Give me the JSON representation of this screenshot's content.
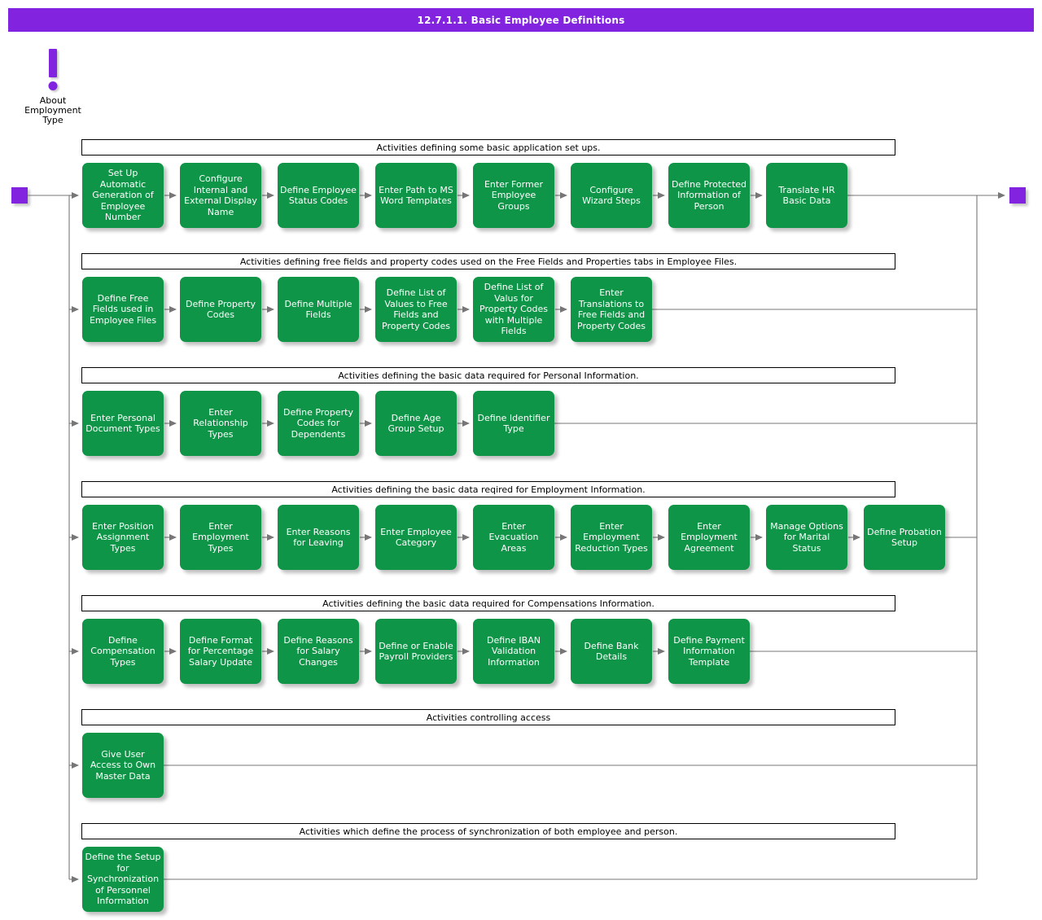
{
  "title": "12.7.1.1. Basic Employee Definitions",
  "note": {
    "icon": "exclamation-icon",
    "label": "About\nEmployment\nType"
  },
  "endpoints": {
    "start": "start-connector",
    "end": "end-connector"
  },
  "colors": {
    "accent": "#8223e0",
    "activity": "#0e9547",
    "line": "#666666",
    "text_on_activity": "#ffffff"
  },
  "groups": [
    {
      "header": "Activities defining some basic application set ups.",
      "activities": [
        "Set Up Automatic Generation of Employee Number",
        "Configure Internal and External Display Name",
        "Define Employee Status Codes",
        "Enter Path to MS Word Templates",
        "Enter Former Employee Groups",
        "Configure Wizard Steps",
        "Define Protected Information of Person",
        "Translate HR Basic Data"
      ]
    },
    {
      "header": "Activities defining free fields and property codes used on the Free Fields and Properties tabs in Employee Files.",
      "activities": [
        "Define Free Fields used in Employee Files",
        "Define Property Codes",
        "Define Multiple Fields",
        "Define List of Values to Free Fields and Property Codes",
        "Define List of Valus for Property Codes with Multiple Fields",
        "Enter Translations to Free Fields and Property Codes"
      ]
    },
    {
      "header": "Activities defining the basic data required for Personal Information.",
      "activities": [
        "Enter Personal Document Types",
        "Enter Relationship Types",
        "Define Property Codes for Dependents",
        "Define Age Group Setup",
        "Define Identifier Type"
      ]
    },
    {
      "header": "Activities defining the basic data reqired for Employment Information.",
      "activities": [
        "Enter Position Assignment Types",
        "Enter Employment Types",
        "Enter Reasons for Leaving",
        "Enter Employee Category",
        "Enter Evacuation Areas",
        "Enter Employment Reduction Types",
        "Enter Employment Agreement",
        "Manage Options for Marital Status",
        "Define Probation Setup"
      ]
    },
    {
      "header": "Activities defining the basic data required for Compensations Information.",
      "activities": [
        "Define Compensation Types",
        "Define Format for Percentage Salary Update",
        "Define Reasons for Salary Changes",
        "Define or Enable Payroll Providers",
        "Define IBAN Validation Information",
        "Define Bank Details",
        "Define Payment Information Template"
      ]
    },
    {
      "header": "Activities controlling access",
      "activities": [
        "Give User Access to Own Master Data"
      ]
    },
    {
      "header": "Activities which define the process of synchronization of both employee and person.",
      "activities": [
        "Define the Setup for Synchronization of Personnel Information"
      ]
    }
  ]
}
